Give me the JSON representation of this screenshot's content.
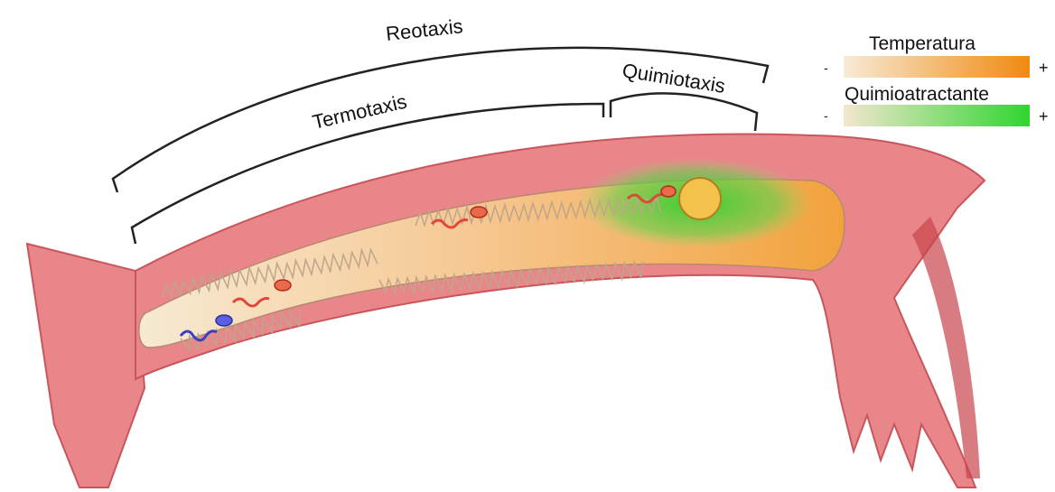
{
  "labels": {
    "reotaxis": "Reotaxis",
    "termotaxis": "Termotaxis",
    "quimiotaxis": "Quimiotaxis"
  },
  "legend": {
    "temperature": {
      "label": "Temperatura",
      "min": "-",
      "max": "+",
      "color_low": "#f7e3c8",
      "color_high": "#f08a10"
    },
    "chemoattractant": {
      "label": "Quimioatractante",
      "min": "-",
      "max": "+",
      "color_low": "#efe3c8",
      "color_high": "#2fd62f"
    }
  },
  "colors": {
    "tube_wall": "#e9868a",
    "tube_wall_dark": "#c9454c",
    "lumen": "#f3e2c4",
    "sperm_warm": "#e2453a",
    "sperm_cold": "#3a3fc4",
    "egg": "#f4c24a"
  }
}
